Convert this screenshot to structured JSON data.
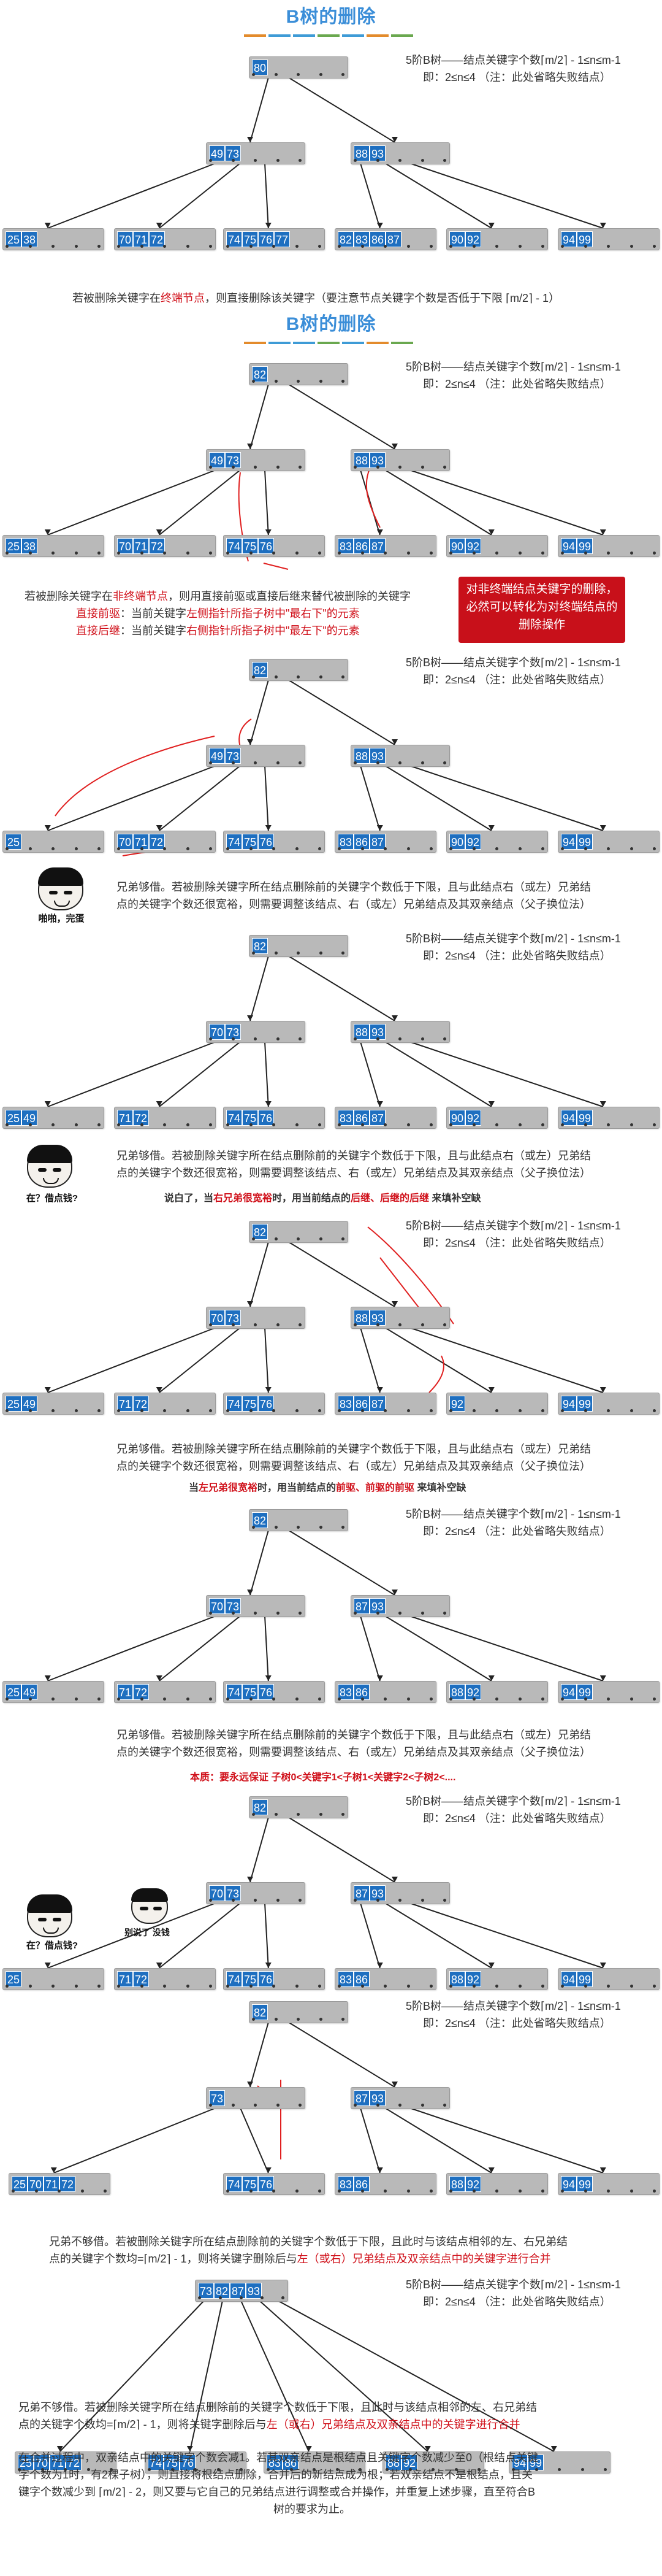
{
  "title": "B树的删除",
  "title2": "B树的删除",
  "colors": {
    "blue": "#1e6fc0",
    "red": "#d0101a",
    "title": "#3b8ed8"
  },
  "info_line1": "5阶B树——结点关键字个数⌈m/2⌉ - 1≤n≤m-1",
  "info_line2": "即：2≤n≤4 （注：此处省略失败结点）",
  "s1": {
    "root": [
      "80"
    ],
    "l2": [
      [
        "49",
        "73"
      ],
      [
        "88",
        "93"
      ]
    ],
    "l3": [
      [
        "25",
        "38"
      ],
      [
        "70",
        "71",
        "72"
      ],
      [
        "74",
        "75",
        "76",
        "77"
      ],
      [
        "82",
        "83",
        "86",
        "87"
      ],
      [
        "90",
        "92"
      ],
      [
        "94",
        "99"
      ]
    ]
  },
  "text1": {
    "a": "若被删除关键字在",
    "b": "终端节点",
    "c": "，则直接删除该关键字（要注意节点关键字个数是否低于下限 ⌈m/2⌉ - 1）"
  },
  "s2": {
    "root": [
      "82"
    ],
    "l2": [
      [
        "49",
        "73"
      ],
      [
        "88",
        "93"
      ]
    ],
    "l3": [
      [
        "25",
        "38"
      ],
      [
        "70",
        "71",
        "72"
      ],
      [
        "74",
        "75",
        "76"
      ],
      [
        "83",
        "86",
        "87"
      ],
      [
        "90",
        "92"
      ],
      [
        "94",
        "99"
      ]
    ]
  },
  "text2": {
    "l1a": "若被删除关键字在",
    "l1b": "非终端节点",
    "l1c": "，则用直接前驱或直接后继来替代被删除的关键字",
    "l2a": "直接前驱",
    "l2b": "：当前关键字",
    "l2c": "左侧指针所指子树中\"最右下\"的元素",
    "l3a": "直接后继",
    "l3b": "：当前关键字",
    "l3c": "右侧指针所指子树中\"最左下\"的元素",
    "callout": "对非终端结点关键字的删除，必然可以转化为对终端结点的删除操作"
  },
  "s3": {
    "root": [
      "82"
    ],
    "l2": [
      [
        "49",
        "73"
      ],
      [
        "88",
        "93"
      ]
    ],
    "l3": [
      [
        "25"
      ],
      [
        "70",
        "71",
        "72"
      ],
      [
        "74",
        "75",
        "76"
      ],
      [
        "83",
        "86",
        "87"
      ],
      [
        "90",
        "92"
      ],
      [
        "94",
        "99"
      ]
    ]
  },
  "meme1": "啪啪，完蛋",
  "text3": {
    "l1": "兄弟够借。若被删除关键字所在结点删除前的关键字个数低于下限，且与此结点右（或左）兄弟结",
    "l2": "点的关键字个数还很宽裕，则需要调整该结点、右（或左）兄弟结点及其双亲结点（父子换位法）"
  },
  "s4": {
    "root": [
      "82"
    ],
    "l2": [
      [
        "70",
        "73"
      ],
      [
        "88",
        "93"
      ]
    ],
    "l3": [
      [
        "25",
        "49"
      ],
      [
        "71",
        "72"
      ],
      [
        "74",
        "75",
        "76"
      ],
      [
        "83",
        "86",
        "87"
      ],
      [
        "90",
        "92"
      ],
      [
        "94",
        "99"
      ]
    ]
  },
  "meme2": "在？借点钱?",
  "text4": {
    "l1": "兄弟够借。若被删除关键字所在结点删除前的关键字个数低于下限，且与此结点右（或左）兄弟结",
    "l2": "点的关键字个数还很宽裕，则需要调整该结点、右（或左）兄弟结点及其双亲结点（父子换位法）",
    "l3a": "说白了，当",
    "l3b": "右兄弟很宽裕",
    "l3c": "时，用当前结点的",
    "l3d": "后继、后继的后继",
    "l3e": " 来填补空缺"
  },
  "s5": {
    "root": [
      "82"
    ],
    "l2": [
      [
        "70",
        "73"
      ],
      [
        "88",
        "93"
      ]
    ],
    "l3": [
      [
        "25",
        "49"
      ],
      [
        "71",
        "72"
      ],
      [
        "74",
        "75",
        "76"
      ],
      [
        "83",
        "86",
        "87"
      ],
      [
        "92"
      ],
      [
        "94",
        "99"
      ]
    ]
  },
  "text5": {
    "l1": "兄弟够借。若被删除关键字所在结点删除前的关键字个数低于下限，且与此结点右（或左）兄弟结",
    "l2": "点的关键字个数还很宽裕，则需要调整该结点、右（或左）兄弟结点及其双亲结点（父子换位法）",
    "l3a": "当",
    "l3b": "左兄弟很宽裕",
    "l3c": "时，用当前结点的",
    "l3d": "前驱、前驱的前驱",
    "l3e": " 来填补空缺"
  },
  "s6": {
    "root": [
      "82"
    ],
    "l2": [
      [
        "70",
        "73"
      ],
      [
        "87",
        "93"
      ]
    ],
    "l3": [
      [
        "25",
        "49"
      ],
      [
        "71",
        "72"
      ],
      [
        "74",
        "75",
        "76"
      ],
      [
        "83",
        "86"
      ],
      [
        "88",
        "92"
      ],
      [
        "94",
        "99"
      ]
    ]
  },
  "text6": {
    "l1": "兄弟够借。若被删除关键字所在结点删除前的关键字个数低于下限，且与此结点右（或左）兄弟结",
    "l2": "点的关键字个数还很宽裕，则需要调整该结点、右（或左）兄弟结点及其双亲结点（父子换位法）",
    "l3": "本质：要永远保证 子树0<关键字1<子树1<关键字2<子树2<...."
  },
  "s7": {
    "root": [
      "82"
    ],
    "l2": [
      [
        "70",
        "73"
      ],
      [
        "87",
        "93"
      ]
    ],
    "l3": [
      [
        "25"
      ],
      [
        "71",
        "72"
      ],
      [
        "74",
        "75",
        "76"
      ],
      [
        "83",
        "86"
      ],
      [
        "88",
        "92"
      ],
      [
        "94",
        "99"
      ]
    ]
  },
  "meme3": "在？借点钱?",
  "meme4": "别说了 没钱",
  "s8": {
    "root": [
      "82"
    ],
    "l2": [
      [
        "73"
      ],
      [
        "87",
        "93"
      ]
    ],
    "l3": [
      [
        "25",
        "70",
        "71",
        "72"
      ],
      [
        "74",
        "75",
        "76"
      ],
      [
        "83",
        "86"
      ],
      [
        "88",
        "92"
      ],
      [
        "94",
        "99"
      ]
    ]
  },
  "text7": {
    "l1": "兄弟不够借。若被删除关键字所在结点删除前的关键字个数低于下限，且此时与该结点相邻的左、右兄弟结",
    "l2a": "点的关键字个数均=⌈m/2⌉ - 1，则将关键字删除后与",
    "l2b": "左（或右）兄弟结点及双亲结点中的关键字进行合并"
  },
  "s9": {
    "root": [
      "73",
      "82",
      "87",
      "93"
    ],
    "l3": [
      [
        "25",
        "70",
        "71",
        "72"
      ],
      [
        "74",
        "75",
        "76"
      ],
      [
        "83",
        "86"
      ],
      [
        "88",
        "92"
      ],
      [
        "94",
        "99"
      ]
    ]
  },
  "text8": {
    "l1": "兄弟不够借。若被删除关键字所在结点删除前的关键字个数低于下限，且此时与该结点相邻的左、右兄弟结",
    "l2a": "点的关键字个数均=⌈m/2⌉ - 1，则将关键字删除后与",
    "l2b": "左（或右）兄弟结点及双亲结点中的关键字进行合并",
    "p1": "在合并过程中，双亲结点中的关键字个数会减1。若其双亲结点是根结点且关键字个数减少至0（根结点关键",
    "p2": "字个数为1时，有2棵子树），则直接将根结点删除，合并后的新结点成为根；若双亲结点不是根结点，且关",
    "p3": "键字个数减少到 ⌈m/2⌉ - 2，则又要与它自己的兄弟结点进行调整或合并操作，并重复上述步骤，直至符合B",
    "p4": "树的要求为止。"
  }
}
